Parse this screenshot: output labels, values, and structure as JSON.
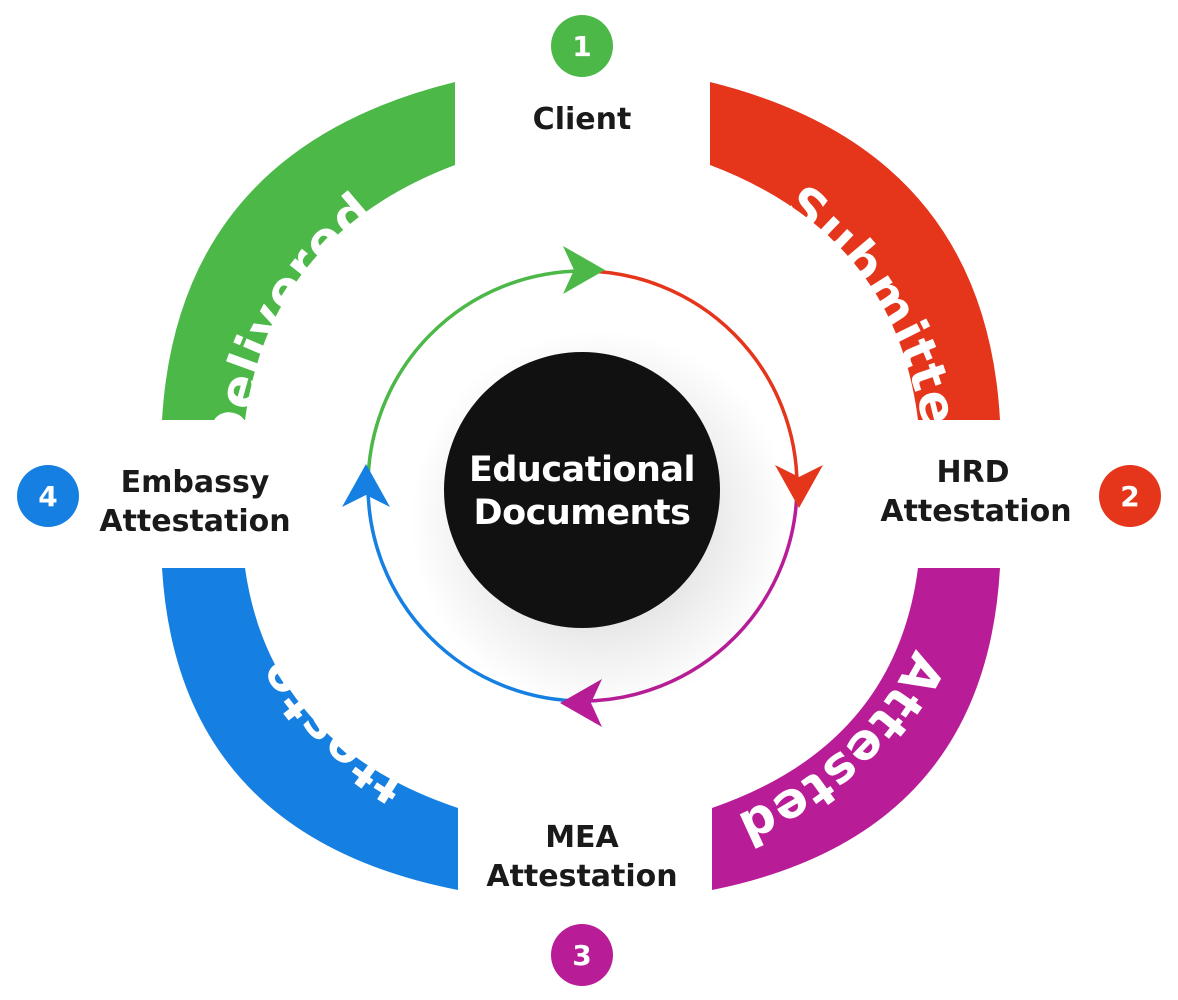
{
  "center": {
    "line1": "Educational",
    "line2": "Documents"
  },
  "stages": [
    {
      "number": "1",
      "label_lines": [
        "Client"
      ],
      "color": "#4cb848"
    },
    {
      "number": "2",
      "label_lines": [
        "HRD",
        "Attestation"
      ],
      "color": "#e5361c"
    },
    {
      "number": "3",
      "label_lines": [
        "MEA",
        "Attestation"
      ],
      "color": "#b81d97"
    },
    {
      "number": "4",
      "label_lines": [
        "Embassy",
        "Attestation"
      ],
      "color": "#1580e2"
    }
  ],
  "arcs": [
    {
      "name": "delivered",
      "text": "Delivered",
      "color": "#4cb848"
    },
    {
      "name": "submitted",
      "text": "Submitted",
      "color": "#e5361c"
    },
    {
      "name": "attested-right",
      "text": "Attested",
      "color": "#b81d97"
    },
    {
      "name": "attested-left",
      "text": "Attested",
      "color": "#1580e2"
    }
  ]
}
